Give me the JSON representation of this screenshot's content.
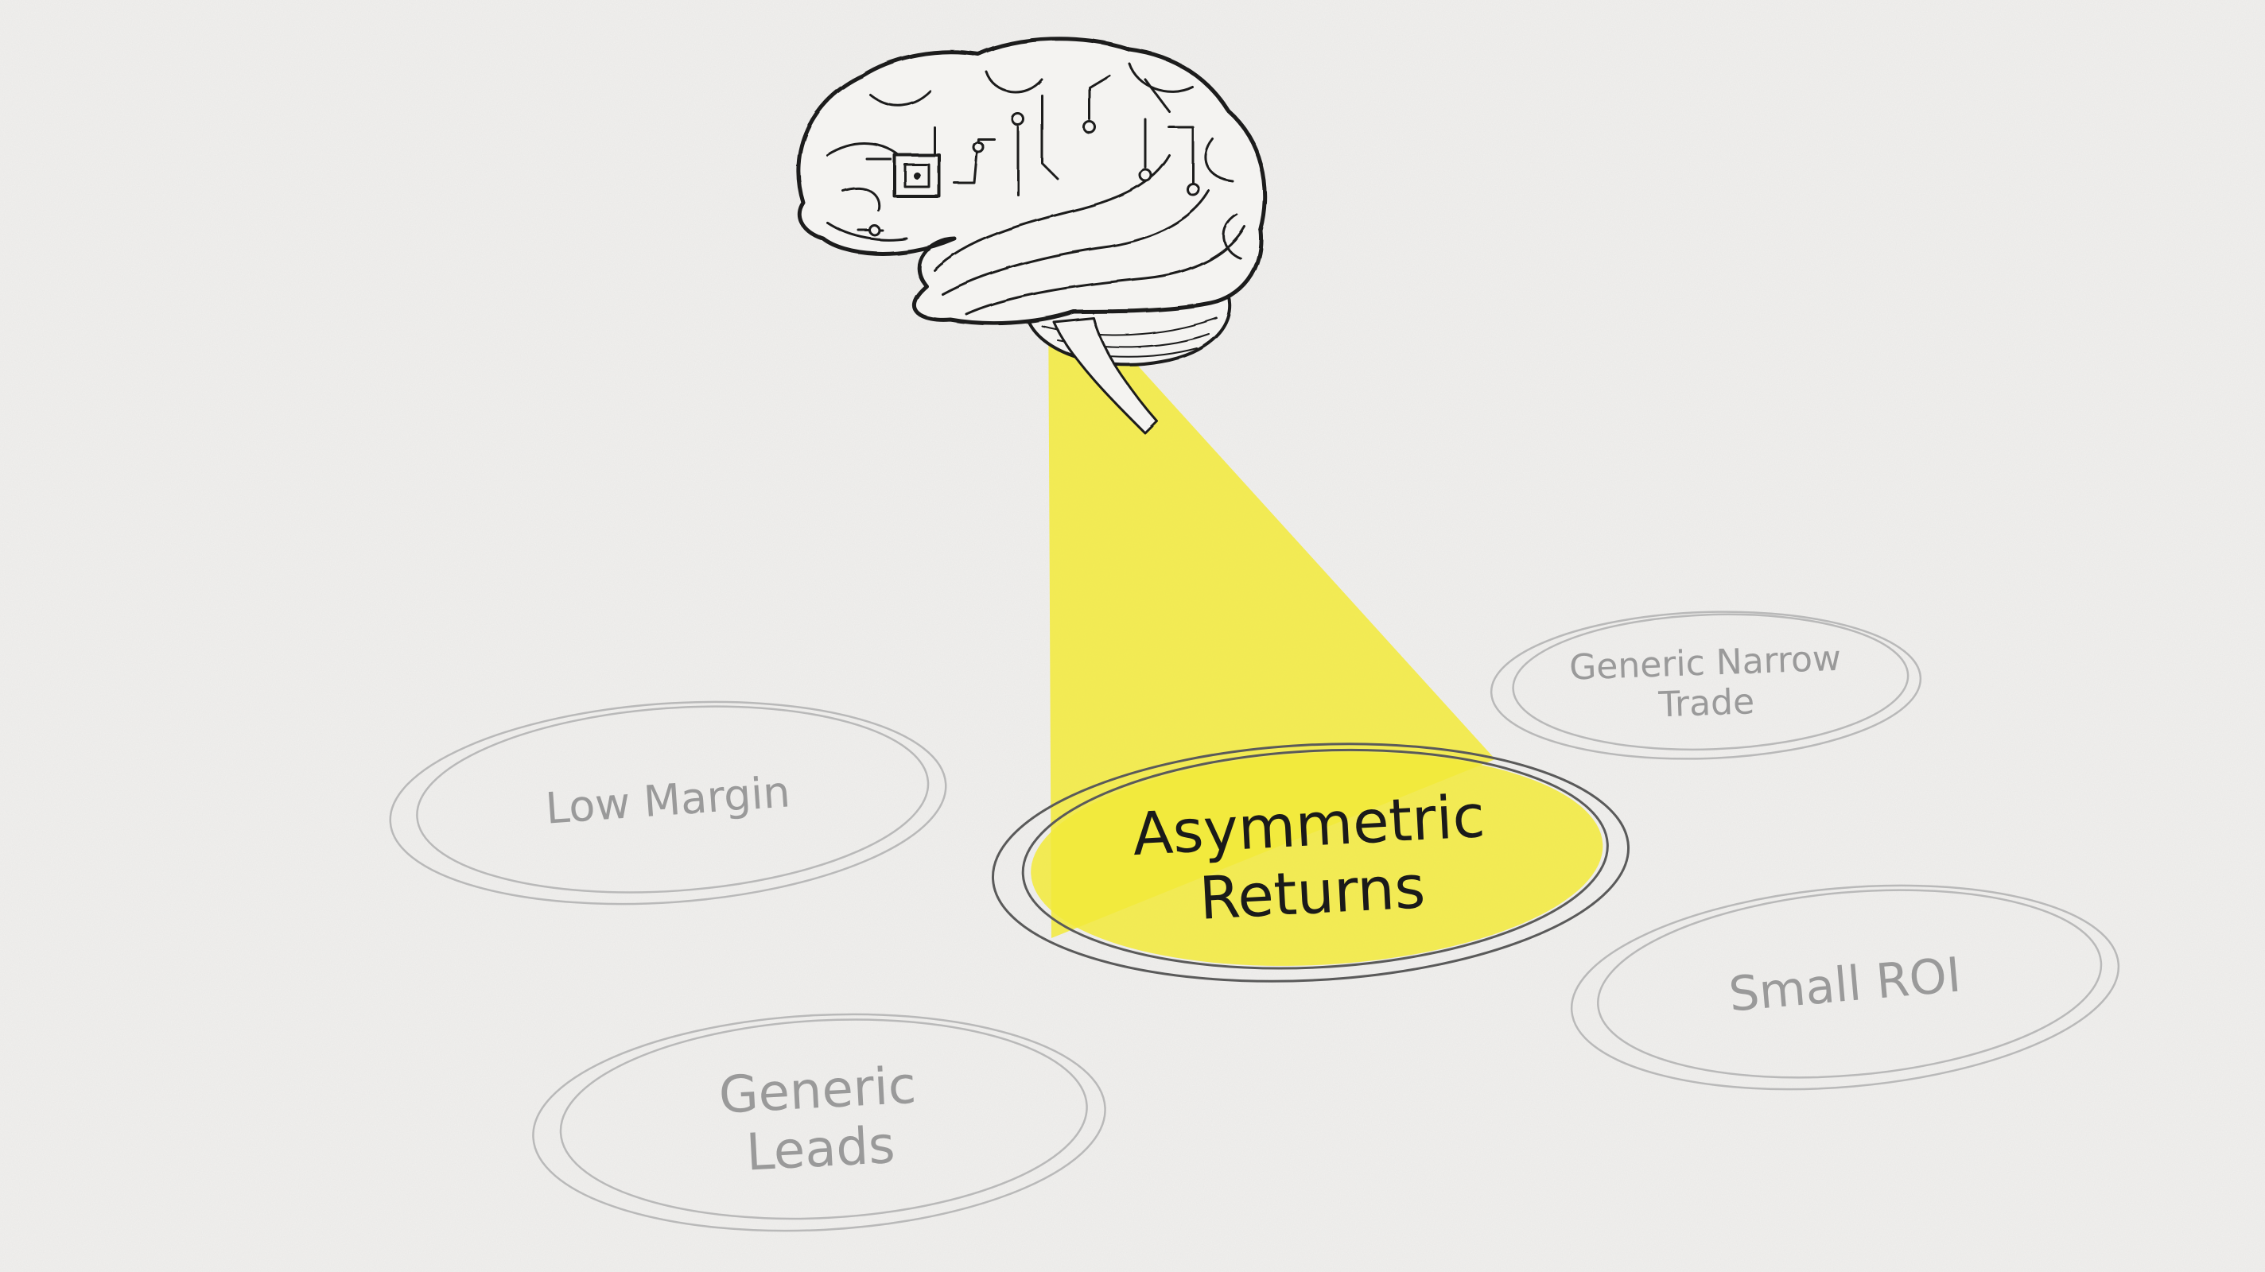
{
  "colors": {
    "paper": "#f1f0ee",
    "ink": "#1a1a1a",
    "pencil": "#b9b9b9",
    "pencil_text": "#9a9a9a",
    "highlight": "#f2ea3a"
  },
  "icons": {
    "brain": "brain-with-circuit-icon",
    "spotlight": "spotlight-beam"
  },
  "options": [
    {
      "id": "low-margin",
      "lines": [
        "Low Margin"
      ],
      "highlighted": false
    },
    {
      "id": "asymmetric-returns",
      "lines": [
        "Asymmetric",
        "Returns"
      ],
      "highlighted": true
    },
    {
      "id": "generic-narrow",
      "lines": [
        "Generic Narrow",
        "Trade"
      ],
      "highlighted": false
    },
    {
      "id": "generic-leads",
      "lines": [
        "Generic",
        "Leads"
      ],
      "highlighted": false
    },
    {
      "id": "small-roi",
      "lines": [
        "Small ROI"
      ],
      "highlighted": false
    }
  ]
}
